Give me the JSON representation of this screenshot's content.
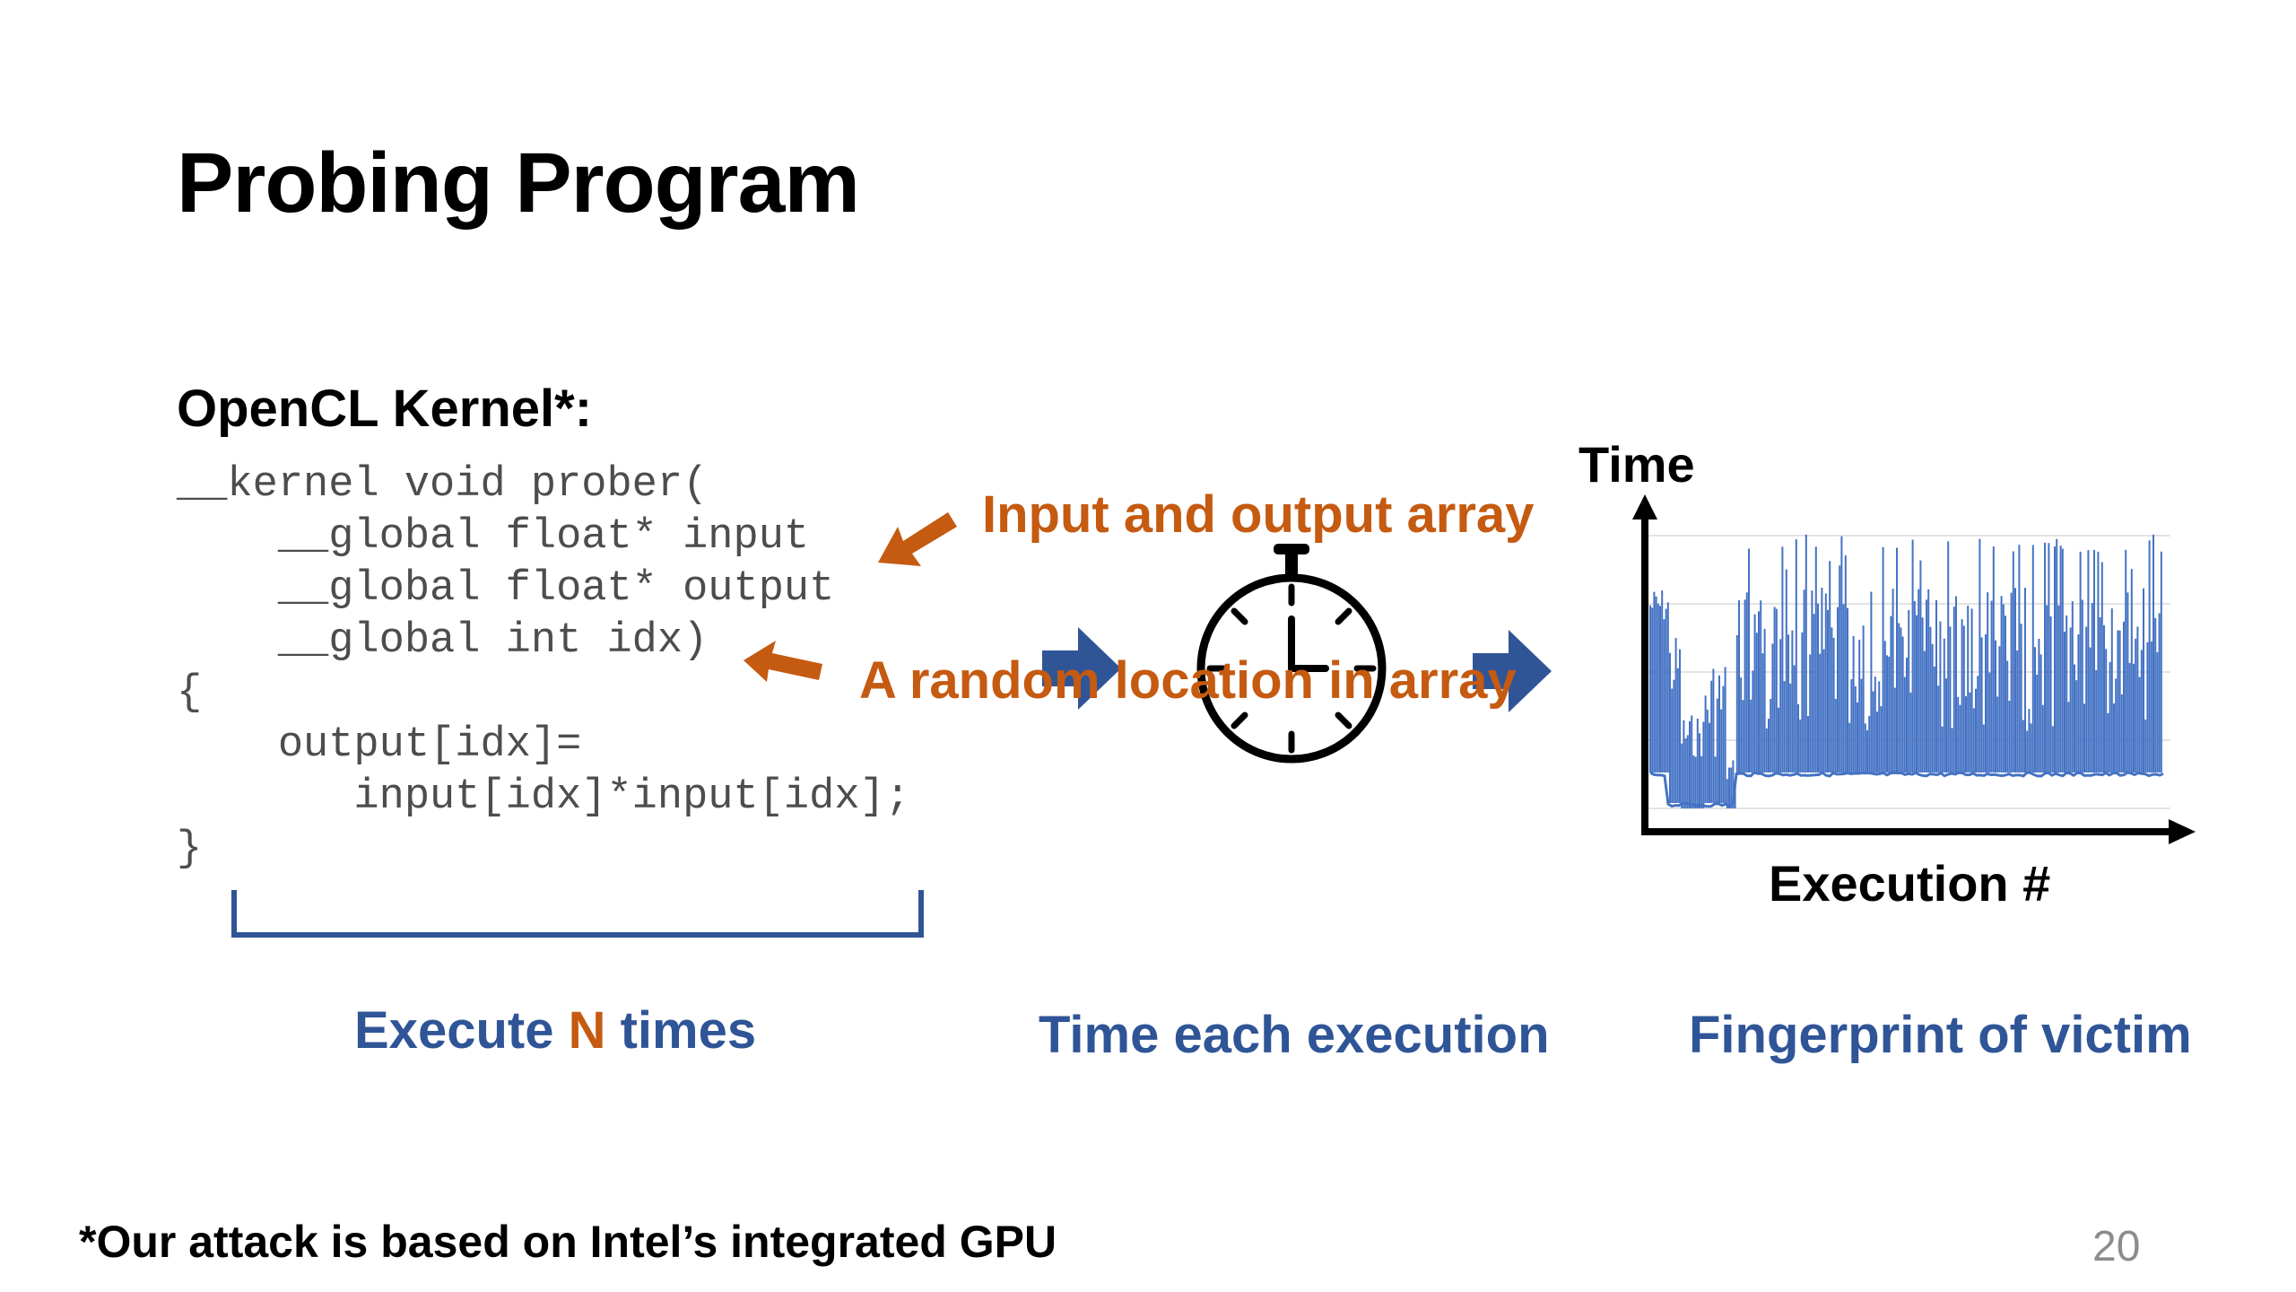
{
  "slide": {
    "title": "Probing Program",
    "kernel_heading": "OpenCL Kernel*:",
    "code_lines": [
      "__kernel void prober(",
      "    __global float* input",
      "    __global float* output",
      "    __global int idx)",
      "{",
      "    output[idx]=",
      "       input[idx]*input[idx];",
      "}"
    ],
    "annotation_io": "Input and output array",
    "annotation_random": "A random location in array",
    "caption_execute_prefix": "Execute ",
    "caption_execute_n": "N",
    "caption_execute_suffix": " times",
    "caption_time": "Time each execution",
    "caption_fingerprint": "Fingerprint of victim",
    "chart_ylabel": "Time",
    "chart_xlabel": "Execution #",
    "footnote": "*Our attack is based on Intel’s integrated GPU",
    "page_number": "20"
  },
  "colors": {
    "orange": "#c55a11",
    "blue": "#2f5597",
    "trace": "#4472c4"
  },
  "icons": [
    "stopwatch-icon",
    "arrow-right-icon",
    "arrow-left-icon"
  ]
}
